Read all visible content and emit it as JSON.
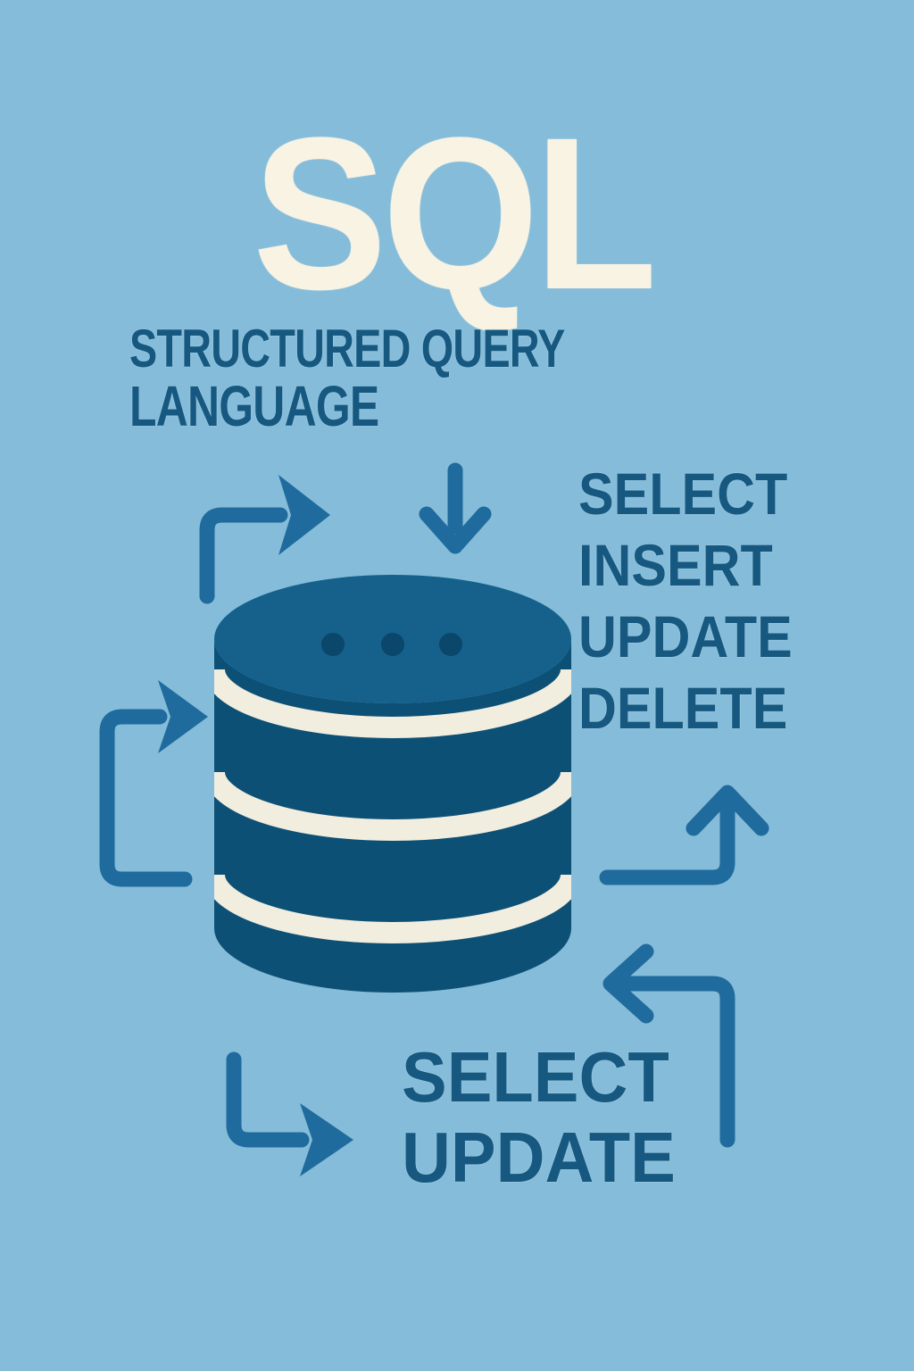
{
  "poster": {
    "title": "SQL",
    "subtitle": [
      "STRUCTURED QUERY",
      "LANGUAGE"
    ],
    "right_operations": [
      "SELECT",
      "INSERT",
      "UPDATE",
      "DELETE"
    ],
    "bottom_operations": [
      "SELECT",
      "UPDATE"
    ],
    "icons": [
      "database-cylinder-icon",
      "down-arrow-icon",
      "turn-right-arrow-icon",
      "loop-left-arrow-icon",
      "turn-up-arrow-icon",
      "turn-left-arrow-icon",
      "branch-right-arrow-icon"
    ],
    "colors": {
      "background": "#85bcd9",
      "title_text": "#f8f3e3",
      "dark_text": "#16587f",
      "arrow": "#1f6b9d",
      "cylinder_body": "#0d5076",
      "cylinder_top": "#15618c",
      "cylinder_dots": "#0b466b",
      "stripe": "#f2eedf"
    }
  }
}
